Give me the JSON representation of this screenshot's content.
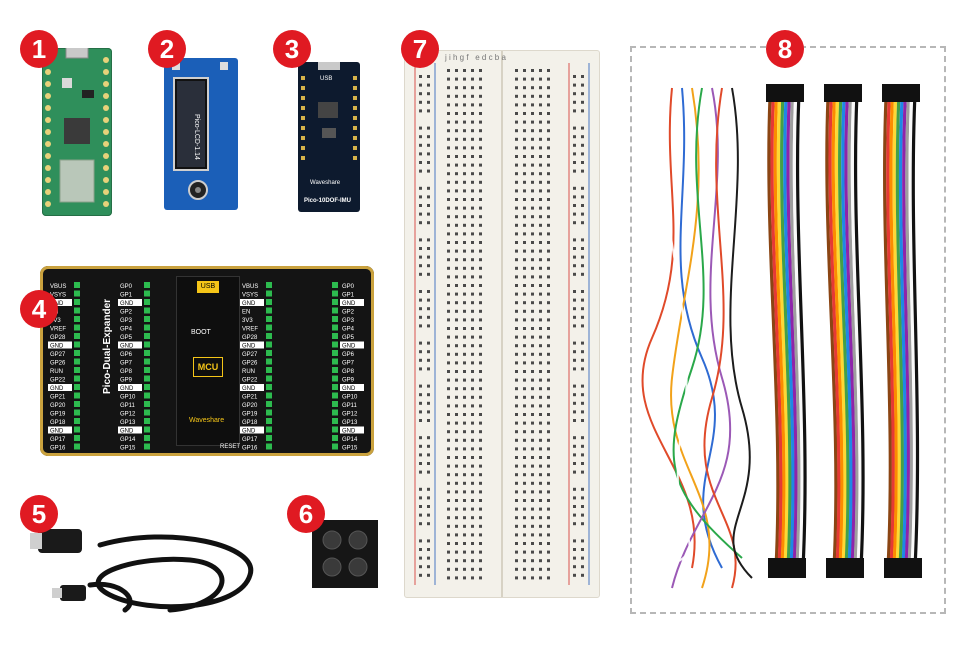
{
  "badges": [
    "1",
    "2",
    "3",
    "7",
    "8",
    "4",
    "5",
    "6"
  ],
  "components": {
    "lcd": {
      "label": "Pico-LCD-1.14"
    },
    "imu": {
      "label": "Pico-10DOF-IMU",
      "brand": "Waveshare",
      "usb": "USB"
    },
    "expander": {
      "title": "Pico-Dual-Expander",
      "usb": "USB",
      "boot": "BOOT",
      "mcu": "MCU",
      "brand": "Waveshare",
      "reset": "RESET",
      "left_pins": [
        "VBUS",
        "VSYS",
        "GND",
        "EN",
        "3V3",
        "VREF",
        "GP28",
        "GND",
        "GP27",
        "GP26",
        "RUN",
        "GP22",
        "GND",
        "GP21",
        "GP20",
        "GP19",
        "GP18",
        "GND",
        "GP17",
        "GP16"
      ],
      "right_pins": [
        "GP0",
        "GP1",
        "GND",
        "GP2",
        "GP3",
        "GP4",
        "GP5",
        "GND",
        "GP6",
        "GP7",
        "GP8",
        "GP9",
        "GND",
        "GP10",
        "GP11",
        "GP12",
        "GP13",
        "GND",
        "GP14",
        "GP15"
      ]
    },
    "breadboard": {
      "columns_top": "j i h g f   e d c b a"
    }
  },
  "colors": {
    "badge": "#e01a22",
    "pico_green": "#2f8f5b",
    "lcd_blue": "#1b5fb8",
    "imu_navy": "#0d1a2e",
    "expander_black": "#141414",
    "expander_gold": "#caa23e",
    "breadboard": "#f3f1ea"
  }
}
